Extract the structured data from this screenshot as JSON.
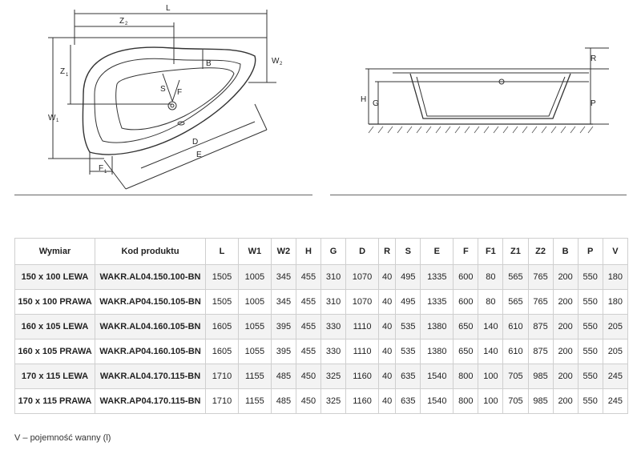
{
  "drawing_labels": {
    "L": "L",
    "Z": "Z",
    "Z1": "1",
    "Z2": "2",
    "W1": "W",
    "W1sub": "1",
    "W2": "W",
    "W2sub": "2",
    "B": "B",
    "S": "S",
    "F": "F",
    "D": "D",
    "E": "E",
    "F1": "F",
    "F1sub": "1",
    "H": "H",
    "G": "G",
    "R": "R",
    "P": "P"
  },
  "table": {
    "headers": [
      "Wymiar",
      "Kod produktu",
      "L",
      "W1",
      "W2",
      "H",
      "G",
      "D",
      "R",
      "S",
      "E",
      "F",
      "F1",
      "Z1",
      "Z2",
      "B",
      "P",
      "V"
    ],
    "rows": [
      [
        "150 x 100 LEWA",
        "WAKR.AL04.150.100-BN",
        "1505",
        "1005",
        "345",
        "455",
        "310",
        "1070",
        "40",
        "495",
        "1335",
        "600",
        "80",
        "565",
        "765",
        "200",
        "550",
        "180"
      ],
      [
        "150 x 100 PRAWA",
        "WAKR.AP04.150.105-BN",
        "1505",
        "1005",
        "345",
        "455",
        "310",
        "1070",
        "40",
        "495",
        "1335",
        "600",
        "80",
        "565",
        "765",
        "200",
        "550",
        "180"
      ],
      [
        "160 x 105 LEWA",
        "WAKR.AL04.160.105-BN",
        "1605",
        "1055",
        "395",
        "455",
        "330",
        "1110",
        "40",
        "535",
        "1380",
        "650",
        "140",
        "610",
        "875",
        "200",
        "550",
        "205"
      ],
      [
        "160 x 105 PRAWA",
        "WAKR.AP04.160.105-BN",
        "1605",
        "1055",
        "395",
        "455",
        "330",
        "1110",
        "40",
        "535",
        "1380",
        "650",
        "140",
        "610",
        "875",
        "200",
        "550",
        "205"
      ],
      [
        "170 x 115 LEWA",
        "WAKR.AL04.170.115-BN",
        "1710",
        "1155",
        "485",
        "450",
        "325",
        "1160",
        "40",
        "635",
        "1540",
        "800",
        "100",
        "705",
        "985",
        "200",
        "550",
        "245"
      ],
      [
        "170 x 115 PRAWA",
        "WAKR.AP04.170.115-BN",
        "1710",
        "1155",
        "485",
        "450",
        "325",
        "1160",
        "40",
        "635",
        "1540",
        "800",
        "100",
        "705",
        "985",
        "200",
        "550",
        "245"
      ]
    ]
  },
  "note": "V – pojemność wanny (l)"
}
